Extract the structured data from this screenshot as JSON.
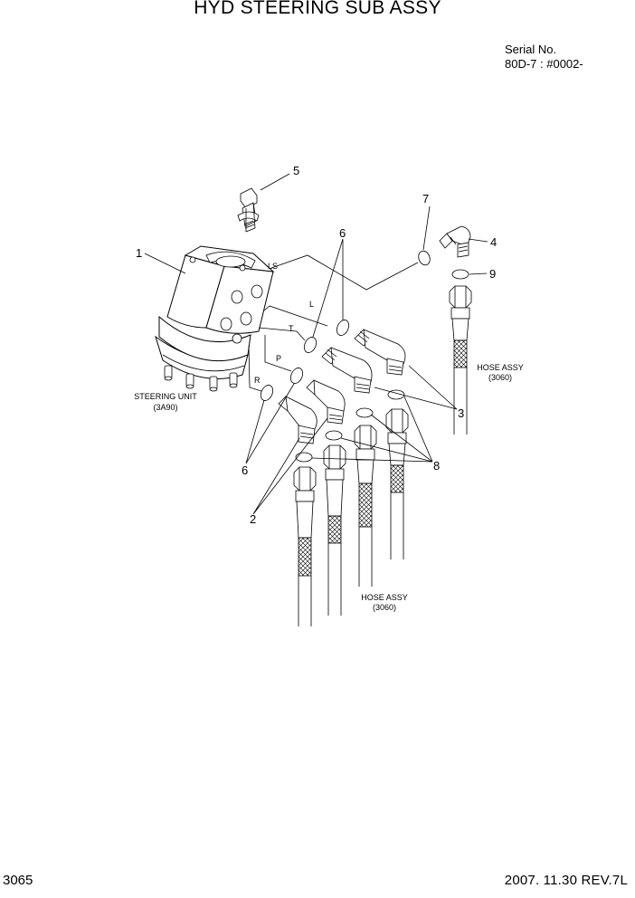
{
  "title": "HYD STEERING SUB ASSY",
  "serial": {
    "label": "Serial No.",
    "value": "80D-7 : #0002-"
  },
  "footer": {
    "page": "3065",
    "revision": "2007. 11.30  REV.7L"
  },
  "callouts": {
    "c1": "1",
    "c2": "2",
    "c3": "3",
    "c4": "4",
    "c5": "5",
    "c6a": "6",
    "c6b": "6",
    "c7": "7",
    "c8": "8",
    "c9": "9"
  },
  "ports": {
    "ls": "LS",
    "l": "L",
    "t": "T",
    "p": "P",
    "r": "R"
  },
  "captions": {
    "steering_unit": "STEERING UNIT",
    "steering_unit_ref": "(3A90)",
    "hose_right": "HOSE ASSY",
    "hose_right_ref": "(3060)",
    "hose_bottom": "HOSE ASSY",
    "hose_bottom_ref": "(3060)"
  }
}
